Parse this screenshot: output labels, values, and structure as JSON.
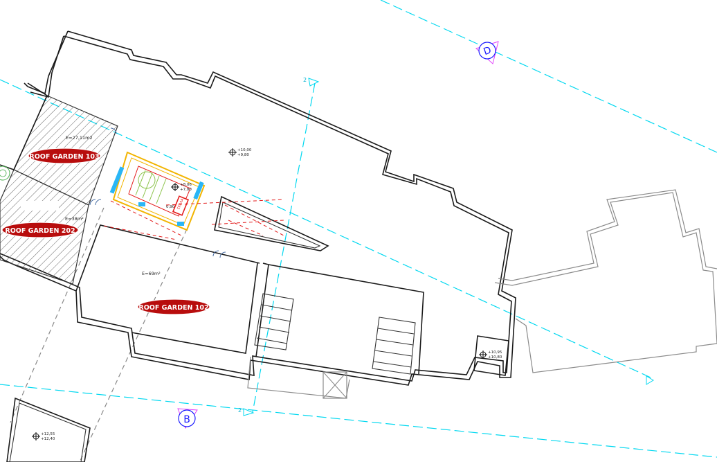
{
  "gardens": [
    {
      "label": "ROOF GARDEN 103",
      "area": "E=27,11m2"
    },
    {
      "label": "ROOF GARDEN 202",
      "area": "E=38m²"
    },
    {
      "label": "ROOF GARDEN 102",
      "area": "E=69m²"
    }
  ],
  "levels": [
    {
      "top": "+10,00",
      "bottom": "+9,80"
    },
    {
      "top": "+8,06",
      "bottom": "+7,80"
    },
    {
      "top": "+10,95",
      "bottom": "+10,80"
    },
    {
      "top": "+12,55",
      "bottom": "+12,40"
    }
  ],
  "grid_labels": {
    "d": "D",
    "b": "B",
    "two_top": "2",
    "two_bottom": "2"
  },
  "misc": {
    "stair_dim": "0,90",
    "stair_sign": "ΣΚΑΛΑ"
  },
  "colors": {
    "grid": "#00d8f0",
    "garden_badge": "#b80d0d",
    "bubble": "#1a1aff"
  }
}
